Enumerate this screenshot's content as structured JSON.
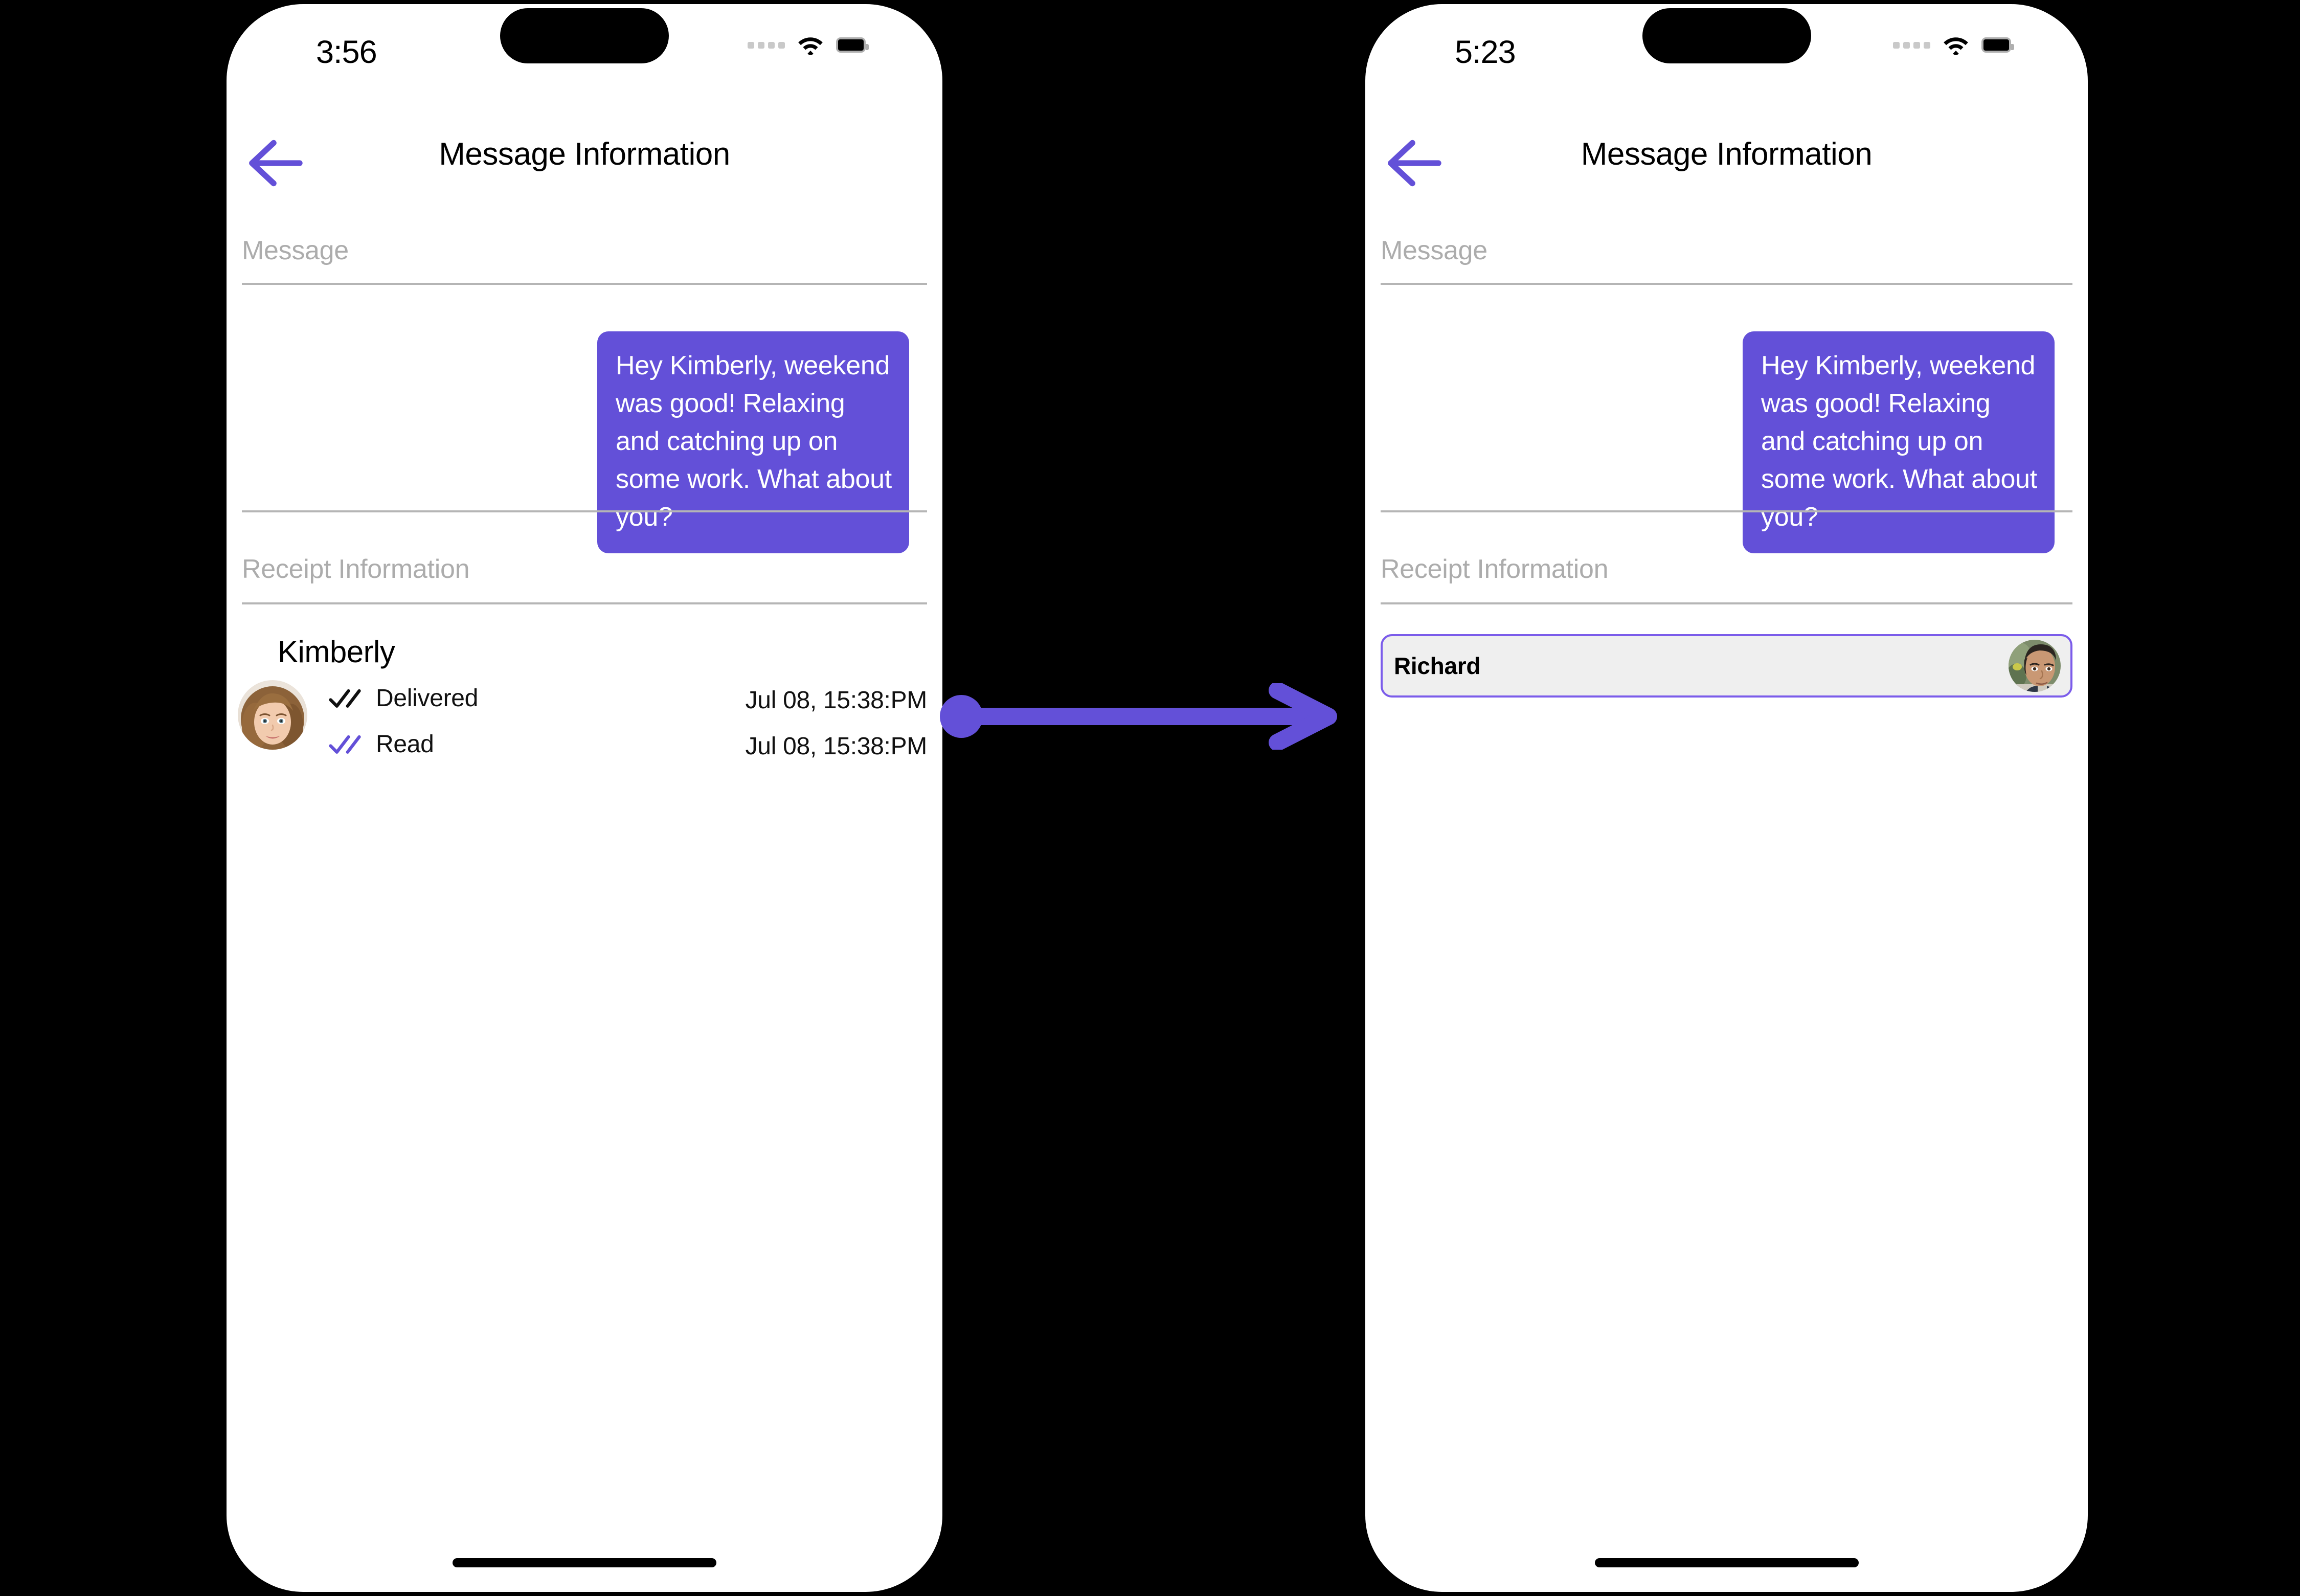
{
  "theme": {
    "accent": "#6350D8",
    "accent_border": "#7B5CEA",
    "bubble_bg": "#6350D8",
    "card_bg": "#EFEFEF",
    "label_gray": "#ACACAC",
    "divider_gray": "#B5B5B5",
    "page_bg": "#000000",
    "screen_bg": "#FFFFFF"
  },
  "annotation": {
    "type": "arrow",
    "color": "#6350D8",
    "direction": "right",
    "start_marker": "dot",
    "end_marker": "arrowhead"
  },
  "screens": [
    {
      "id": "left",
      "status_bar": {
        "time": "3:56",
        "cellular_icon": "cellular-dots-icon",
        "cellular_bars": 4,
        "wifi_icon": "wifi-icon",
        "battery_icon": "battery-full-icon"
      },
      "nav": {
        "back_icon": "arrow-left-icon",
        "title": "Message Information"
      },
      "sections": [
        {
          "label": "Message"
        },
        {
          "label": "Receipt Information"
        }
      ],
      "message": {
        "text": "Hey Kimberly, weekend was good!  Relaxing and catching up on some work. What about you?",
        "align": "right"
      },
      "receipt": {
        "name": "Kimberly",
        "avatar_icon": "avatar-kimberly",
        "rows": [
          {
            "icon": "double-check-icon",
            "icon_color": "#111111",
            "status": "Delivered",
            "time": "Jul 08, 15:38:PM"
          },
          {
            "icon": "double-check-icon",
            "icon_color": "#6350D8",
            "status": "Read",
            "time": "Jul 08, 15:38:PM"
          }
        ]
      },
      "home_indicator": true
    },
    {
      "id": "right",
      "status_bar": {
        "time": "5:23",
        "cellular_icon": "cellular-dots-icon",
        "cellular_bars": 4,
        "wifi_icon": "wifi-icon",
        "battery_icon": "battery-full-icon"
      },
      "nav": {
        "back_icon": "arrow-left-icon",
        "title": "Message Information"
      },
      "sections": [
        {
          "label": "Message"
        },
        {
          "label": "Receipt Information"
        }
      ],
      "message": {
        "text": "Hey Kimberly, weekend was good!  Relaxing and catching up on some work. What about you?",
        "align": "right"
      },
      "contact_card": {
        "name": "Richard",
        "avatar_icon": "avatar-richard",
        "selected": true
      },
      "home_indicator": true
    }
  ]
}
